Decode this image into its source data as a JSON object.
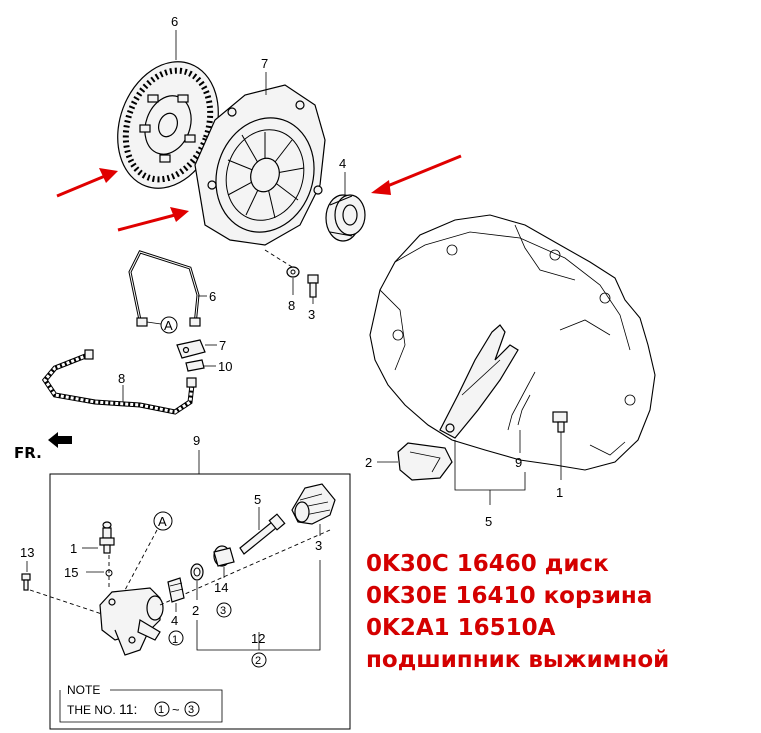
{
  "callouts": {
    "disc": "6",
    "cover": "7",
    "bearing": "4",
    "bolt": "3",
    "washer": "8",
    "pipe": "6",
    "bracket": "7",
    "clip": "10",
    "hose": "8",
    "ball_a": "A",
    "sensor": "1",
    "boot": "2",
    "fork": "9",
    "fork_assembly": "5",
    "cylinder_assembly": "9",
    "push_rod": "5",
    "dust_boot": "3",
    "bleeder": "1",
    "ball_detail": "15",
    "bolt_13": "13",
    "piston": "4",
    "piston_circle": "1",
    "seal": "2",
    "seal_14": "14",
    "seal_14_circle": "3",
    "kit": "12",
    "kit_circle": "2",
    "ball_a_detail": "A"
  },
  "orientation": {
    "label": "FR."
  },
  "note": {
    "title": "NOTE",
    "text_prefix": "THE NO.",
    "number": "11:",
    "range_start": "1",
    "range_sep": "~",
    "range_end": "3"
  },
  "parts": [
    "0K30C 16460  диск",
    "0K30E 16410  корзина",
    "0K2A1 16510A",
    "подшипник выжимной"
  ],
  "colors": {
    "highlight": "#e00000",
    "text_red": "#d40000"
  }
}
